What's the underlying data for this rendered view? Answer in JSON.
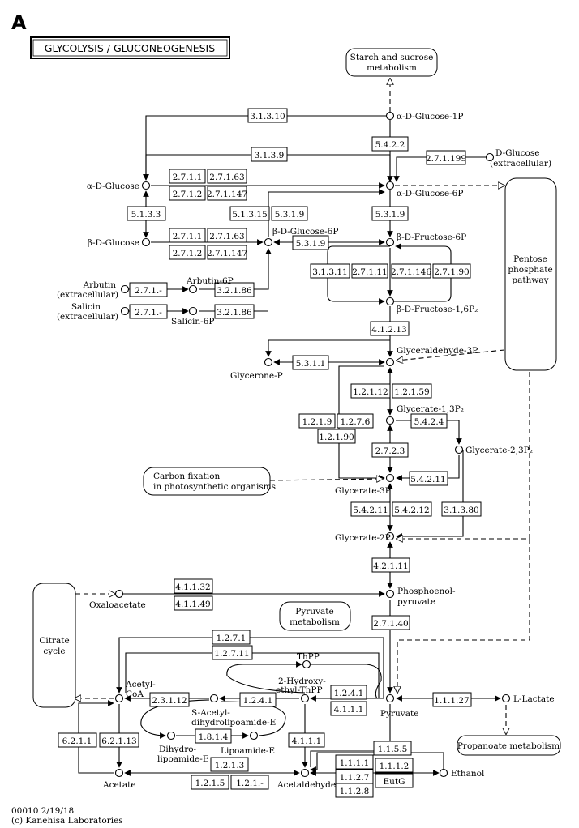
{
  "panel_letter": "A",
  "title": "GLYCOLYSIS / GLUCONEOGENESIS",
  "footer": {
    "line1": "00010 2/19/18",
    "line2": "(c) Kanehisa Laboratories"
  },
  "colors": {
    "red": "#e8000b",
    "green": "#14e614",
    "yellow": "#ffff1a",
    "white": "#ffffff"
  },
  "pathways": {
    "starch": [
      "Starch and sucrose",
      "metabolism"
    ],
    "pentose": [
      "Pentose",
      "phosphate",
      "pathway"
    ],
    "carbon": [
      "Carbon fixation",
      "in photosynthetic organisms"
    ],
    "citrate": [
      "Citrate",
      "cycle"
    ],
    "pyruvate": [
      "Pyruvate",
      "metabolism"
    ],
    "propanoate": "Propanoate metabolism"
  },
  "compounds": {
    "g1p": "α-D-Glucose-1P",
    "dglucose": [
      "D-Glucose",
      "(extracellular)"
    ],
    "adglucose": "α-D-Glucose",
    "adg6p": "α-D-Glucose-6P",
    "bdglucose": "β-D-Glucose",
    "bdg6p": "β-D-Glucose-6P",
    "bdf6p": "β-D-Fructose-6P",
    "arbutin": [
      "Arbutin",
      "(extracellular)"
    ],
    "arbutin6p": "Arbutin-6P",
    "salicin": [
      "Salicin",
      "(extracellular)"
    ],
    "salicin6p": "Salicin-6P",
    "f16p": "β-D-Fructose-1,6P₂",
    "ga3p": "Glyceraldehyde-3P",
    "glycerone": "Glycerone-P",
    "g13p": "Glycerate-1,3P₂",
    "g23p": "Glycerate-2,3P₂",
    "g3p": "Glycerate-3P",
    "g2p": "Glycerate-2P",
    "oxaloacetate": "Oxaloacetate",
    "pep": [
      "Phosphoenol-",
      "pyruvate"
    ],
    "thpp": "ThPP",
    "hethpp": [
      "2-Hydroxy-",
      "ethyl-ThPP"
    ],
    "acetylcoa": [
      "Acetyl-",
      "CoA"
    ],
    "sacetyl": [
      "S-Acetyl-",
      "dihydrolipoamide-E"
    ],
    "dihydro": [
      "Dihydro-",
      "lipoamide-E"
    ],
    "lipoamide": "Lipoamide-E",
    "pyruvate": "Pyruvate",
    "llactate": "L-Lactate",
    "acetate": "Acetate",
    "acetaldehyde": "Acetaldehyde",
    "ethanol": "Ethanol"
  },
  "enzymes": [
    {
      "id": "e1",
      "label": "3.1.3.10",
      "color": "white"
    },
    {
      "id": "e2",
      "label": "5.4.2.2",
      "color": "white"
    },
    {
      "id": "e3",
      "label": "3.1.3.9",
      "color": "white"
    },
    {
      "id": "e4",
      "label": "2.7.1.199",
      "color": "white"
    },
    {
      "id": "e5",
      "label": "2.7.1.1",
      "color": "white"
    },
    {
      "id": "e6",
      "label": "2.7.1.63",
      "color": "white"
    },
    {
      "id": "e7",
      "label": "2.7.1.2",
      "color": "white"
    },
    {
      "id": "e8",
      "label": "2.7.1.147",
      "color": "white"
    },
    {
      "id": "e9",
      "label": "5.1.3.3",
      "color": "red"
    },
    {
      "id": "e10",
      "label": "5.1.3.15",
      "color": "white"
    },
    {
      "id": "e11",
      "label": "5.3.1.9",
      "color": "white"
    },
    {
      "id": "e12",
      "label": "5.3.1.9",
      "color": "white"
    },
    {
      "id": "e13",
      "label": "2.7.1.1",
      "color": "white"
    },
    {
      "id": "e14",
      "label": "2.7.1.63",
      "color": "white"
    },
    {
      "id": "e15",
      "label": "5.3.1.9",
      "color": "white"
    },
    {
      "id": "e16",
      "label": "2.7.1.2",
      "color": "white"
    },
    {
      "id": "e17",
      "label": "2.7.1.147",
      "color": "white"
    },
    {
      "id": "e18",
      "label": "3.1.3.11",
      "color": "white"
    },
    {
      "id": "e19",
      "label": "2.7.1.11",
      "color": "white"
    },
    {
      "id": "e20",
      "label": "2.7.1.146",
      "color": "white"
    },
    {
      "id": "e21",
      "label": "2.7.1.90",
      "color": "white"
    },
    {
      "id": "e22",
      "label": "2.7.1.-",
      "color": "white"
    },
    {
      "id": "e23",
      "label": "3.2.1.86",
      "color": "white"
    },
    {
      "id": "e24",
      "label": "2.7.1.-",
      "color": "white"
    },
    {
      "id": "e25",
      "label": "3.2.1.86",
      "color": "white"
    },
    {
      "id": "e26",
      "label": "4.1.2.13",
      "color": "green"
    },
    {
      "id": "e27",
      "label": "5.3.1.1",
      "color": "white"
    },
    {
      "id": "e28",
      "label": "1.2.1.12",
      "color": "white"
    },
    {
      "id": "e29",
      "label": "1.2.1.59",
      "color": "white"
    },
    {
      "id": "e30",
      "label": "1.2.1.9",
      "color": "white"
    },
    {
      "id": "e31",
      "label": "1.2.7.6",
      "color": "white"
    },
    {
      "id": "e32",
      "label": "5.4.2.4",
      "color": "white"
    },
    {
      "id": "e33",
      "label": "1.2.1.90",
      "color": "white"
    },
    {
      "id": "e34",
      "label": "2.7.2.3",
      "color": "white"
    },
    {
      "id": "e35",
      "label": "5.4.2.11",
      "color": "white"
    },
    {
      "id": "e36",
      "label": "5.4.2.11",
      "color": "white"
    },
    {
      "id": "e37",
      "label": "5.4.2.12",
      "color": "white"
    },
    {
      "id": "e38",
      "label": "3.1.3.80",
      "color": "white"
    },
    {
      "id": "e39",
      "label": "4.2.1.11",
      "color": "white"
    },
    {
      "id": "e40",
      "label": "4.1.1.32",
      "color": "green"
    },
    {
      "id": "e41",
      "label": "4.1.1.49",
      "color": "white"
    },
    {
      "id": "e42",
      "label": "2.7.1.40",
      "color": "red"
    },
    {
      "id": "e43",
      "label": "1.2.7.1",
      "color": "white"
    },
    {
      "id": "e44",
      "label": "1.2.7.11",
      "color": "white"
    },
    {
      "id": "e45",
      "label": "1.2.4.1",
      "color": "white"
    },
    {
      "id": "e46",
      "label": "2.3.1.12",
      "color": "white"
    },
    {
      "id": "e47",
      "label": "1.2.4.1",
      "color": "white"
    },
    {
      "id": "e48",
      "label": "4.1.1.1",
      "color": "white"
    },
    {
      "id": "e49",
      "label": "1.1.1.27",
      "color": "white"
    },
    {
      "id": "e50",
      "label": "1.8.1.4",
      "color": "white"
    },
    {
      "id": "e51",
      "label": "6.2.1.1",
      "color": "green"
    },
    {
      "id": "e52",
      "label": "6.2.1.13",
      "color": "white"
    },
    {
      "id": "e53",
      "label": "4.1.1.1",
      "color": "white"
    },
    {
      "id": "e54",
      "label": "1.1.5.5",
      "color": "white"
    },
    {
      "id": "e55",
      "label": "1.1.1.1",
      "color": "white"
    },
    {
      "id": "e56",
      "label": "1.1.1.2",
      "color": "white"
    },
    {
      "id": "e57",
      "label": "1.2.1.3",
      "color": "yellow"
    },
    {
      "id": "e58",
      "label": "1.1.2.7",
      "color": "white"
    },
    {
      "id": "e59",
      "label": "EutG",
      "color": "white"
    },
    {
      "id": "e60",
      "label": "1.2.1.5",
      "color": "white"
    },
    {
      "id": "e61",
      "label": "1.2.1.-",
      "color": "white"
    },
    {
      "id": "e62",
      "label": "1.1.2.8",
      "color": "white"
    }
  ]
}
